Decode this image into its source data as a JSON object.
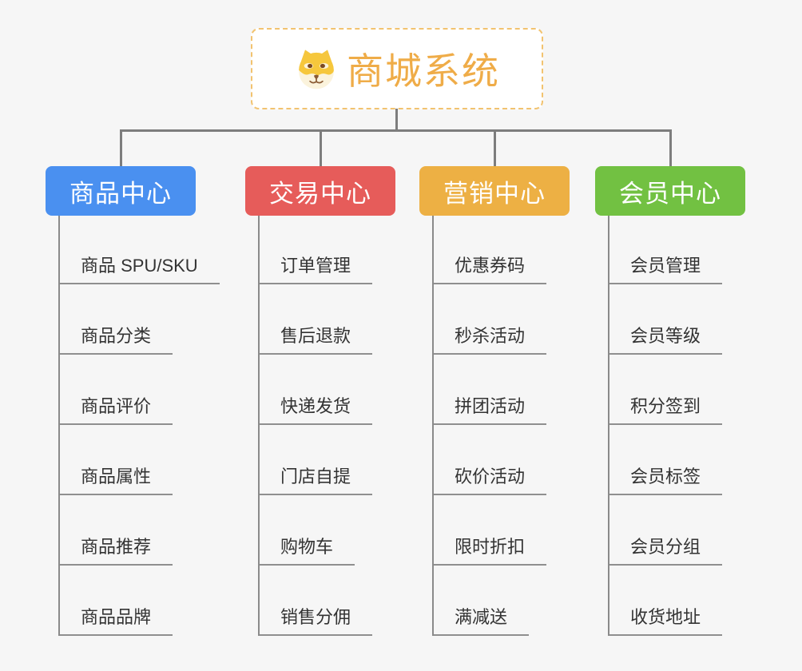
{
  "canvas": {
    "background": "#F6F6F6",
    "connector_color": "#7D7D7D"
  },
  "root": {
    "title": "商城系统",
    "icon": "doge-icon",
    "text_color": "#EFAC48",
    "border_color": "#F2C370"
  },
  "branches": [
    {
      "id": "product-center",
      "label": "商品中心",
      "color": "#4A90F0",
      "items": [
        "商品 SPU/SKU",
        "商品分类",
        "商品评价",
        "商品属性",
        "商品推荐",
        "商品品牌"
      ]
    },
    {
      "id": "trade-center",
      "label": "交易中心",
      "color": "#E65C5A",
      "items": [
        "订单管理",
        "售后退款",
        "快递发货",
        "门店自提",
        "购物车",
        "销售分佣"
      ]
    },
    {
      "id": "marketing-center",
      "label": "营销中心",
      "color": "#EDB044",
      "items": [
        "优惠券码",
        "秒杀活动",
        "拼团活动",
        "砍价活动",
        "限时折扣",
        "满减送"
      ]
    },
    {
      "id": "member-center",
      "label": "会员中心",
      "color": "#72C142",
      "items": [
        "会员管理",
        "会员等级",
        "积分签到",
        "会员标签",
        "会员分组",
        "收货地址"
      ]
    }
  ]
}
